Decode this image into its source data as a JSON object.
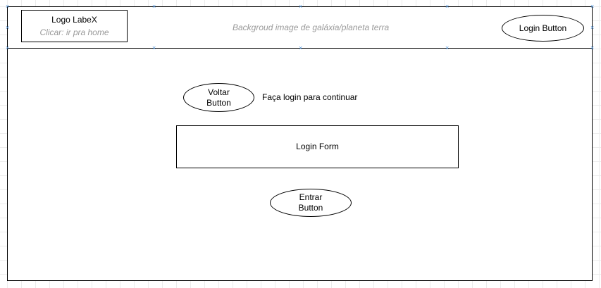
{
  "header": {
    "logo": {
      "title": "Logo LabeX",
      "note": "Clicar: ir pra home"
    },
    "background_note": "Backgroud image de galáxia/planeta terra",
    "login_button": "Login Button"
  },
  "content": {
    "back_button": {
      "line1": "Voltar",
      "line2": "Button"
    },
    "prompt": "Faça login para continuar",
    "login_form": "Login Form",
    "enter_button": {
      "line1": "Entrar",
      "line2": "Button"
    }
  },
  "colors": {
    "stroke": "#000000",
    "hint_text": "#999999",
    "selection_handle": "#4a90d9",
    "grid": "#ececec"
  }
}
